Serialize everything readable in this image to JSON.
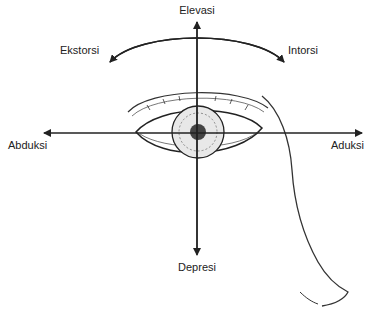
{
  "diagram": {
    "labels": [
      "Elevasi",
      "Ekstorsi",
      "Intorsi",
      "Abduksi",
      "Aduksi",
      "Depresi"
    ]
  }
}
